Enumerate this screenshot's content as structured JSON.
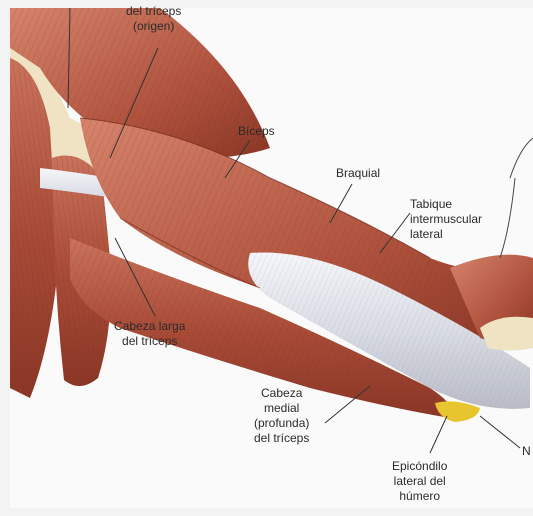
{
  "labels": {
    "triceps_origin": [
      "del tríceps",
      "(origen)"
    ],
    "biceps": [
      "Bíceps"
    ],
    "braquial": [
      "Braquial"
    ],
    "tabique": [
      "Tabique",
      "intermuscular",
      "lateral"
    ],
    "cabeza_larga": [
      "Cabeza larga",
      "del tríceps"
    ],
    "cabeza_medial": [
      "Cabeza",
      "medial",
      "(profunda)",
      "del tríceps"
    ],
    "epicondilo": [
      "Epicóndilo",
      "lateral del",
      "húmero"
    ],
    "cut_label": [
      "N"
    ]
  },
  "colors": {
    "muscle_dark": "#8e3a2a",
    "muscle_mid": "#b4553f",
    "muscle_light": "#cf7a63",
    "tendon": "#dcdfe6",
    "bone": "#efe3c4",
    "epicondyle": "#e6c52e",
    "leader": "#333333"
  }
}
